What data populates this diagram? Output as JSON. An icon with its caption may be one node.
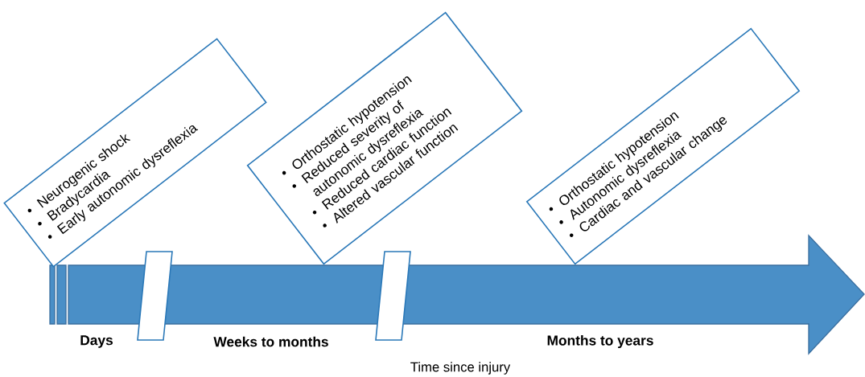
{
  "diagram": {
    "nodes": [
      {
        "text": [
          "Neurogenic shock",
          "Bradycardia",
          "Early autonomic dysreflexia"
        ]
      },
      {
        "text": [
          "Orthostatic hypotension",
          "Reduced severity of autonomic dysreflexia",
          "Reduced cardiac function",
          "Altered vascular function"
        ]
      },
      {
        "text": [
          "Orthostatic hypotension",
          "Autonomic dysreflexia",
          "Cardiac and vascular change"
        ]
      }
    ],
    "labels": [
      "Days",
      "Weeks to months",
      "Months to years",
      "Time since injury"
    ]
  }
}
